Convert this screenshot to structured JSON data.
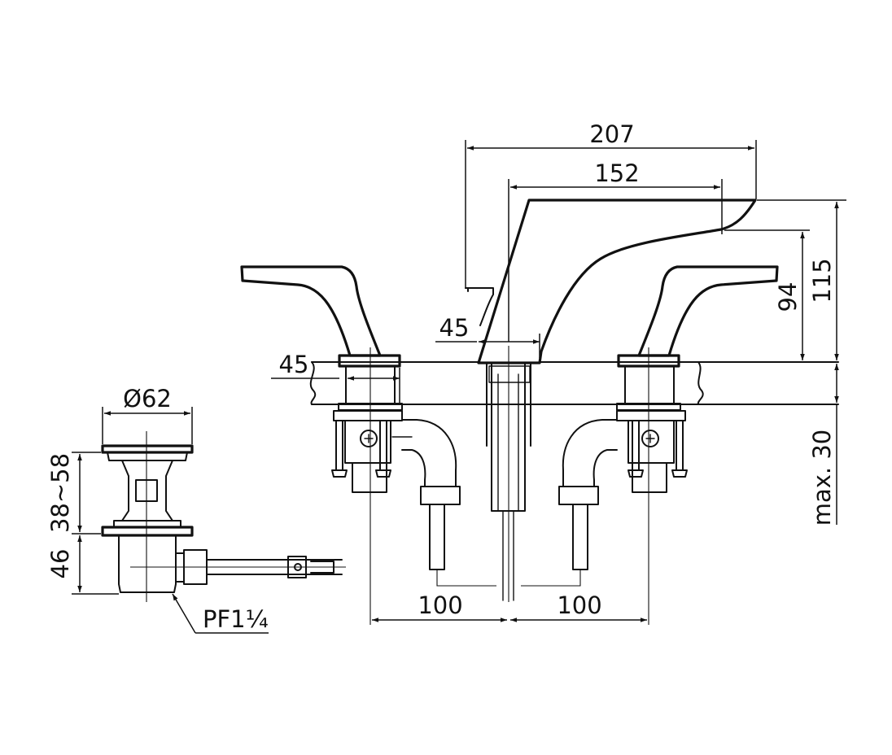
{
  "dimensions": {
    "overall_length": "207",
    "spout_projection": "152",
    "outlet_height": "94",
    "overall_height": "115",
    "spout_base": "45",
    "handle_base": "45",
    "max_deck_thickness": "max. 30",
    "left_centre": "100",
    "right_centre": "100",
    "drain_diameter": "Ø62",
    "drain_adjust_range": "38~58",
    "drain_body_height": "46",
    "drain_thread": "PF1¼"
  },
  "colors": {
    "line": "#111111",
    "background": "#ffffff"
  }
}
